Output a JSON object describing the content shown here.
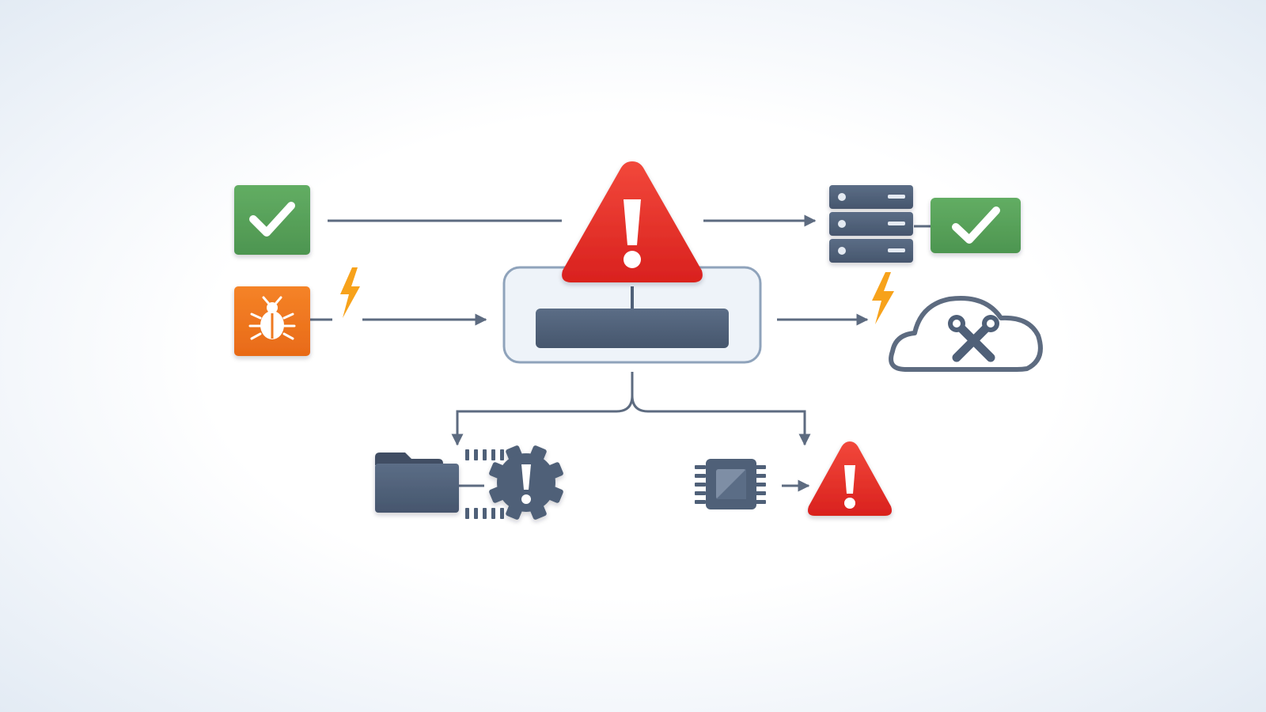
{
  "diagram": {
    "nodes": [
      {
        "id": "success-check-tile",
        "icon": "check-icon"
      },
      {
        "id": "bug-tile",
        "icon": "bug-icon"
      },
      {
        "id": "central-warning-triangle",
        "icon": "exclamation-icon"
      },
      {
        "id": "central-system-box",
        "icon": "device-bar"
      },
      {
        "id": "server-rack",
        "icon": "server-icon"
      },
      {
        "id": "server-ok-tile",
        "icon": "check-icon"
      },
      {
        "id": "cloud-maintenance",
        "icon": "wrench-cross-icon"
      },
      {
        "id": "folder",
        "icon": "folder-icon"
      },
      {
        "id": "gear-alert",
        "icon": "gear-exclamation-icon"
      },
      {
        "id": "cpu-chip",
        "icon": "chip-icon"
      },
      {
        "id": "hardware-warning-triangle",
        "icon": "exclamation-icon"
      }
    ],
    "edges": [
      {
        "from": "success-check-tile",
        "to": "central-warning-triangle"
      },
      {
        "from": "bug-tile",
        "to": "central-system-box",
        "marker": "lightning-icon"
      },
      {
        "from": "central-warning-triangle",
        "to": "server-rack"
      },
      {
        "from": "server-rack",
        "to": "server-ok-tile"
      },
      {
        "from": "central-system-box",
        "to": "cloud-maintenance",
        "marker": "lightning-icon"
      },
      {
        "from": "central-system-box",
        "to": "folder"
      },
      {
        "from": "central-system-box",
        "to": "cpu-chip"
      },
      {
        "from": "folder",
        "to": "gear-alert"
      },
      {
        "from": "cpu-chip",
        "to": "hardware-warning-triangle"
      }
    ]
  },
  "colors": {
    "success_green": "#5aa25c",
    "bug_orange": "#ef7a22",
    "alert_red": "#e5322a",
    "slate": "#4f6078",
    "line_gray": "#5d6b80",
    "lightning_orange": "#f7a21b",
    "panel_border": "#8fa3bb"
  }
}
